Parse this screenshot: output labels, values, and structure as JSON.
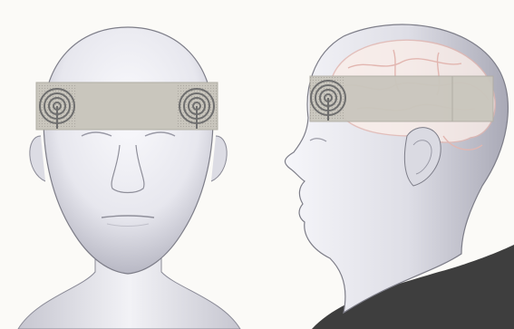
{
  "figure": {
    "panels": [
      {
        "id": "front",
        "view": "front-view-head"
      },
      {
        "id": "side",
        "view": "side-view-head"
      }
    ],
    "elements": {
      "headband": "electrode-headband",
      "electrode": "concentric-electrode-icon",
      "brain": "brain-outline"
    },
    "colors": {
      "background": "#fbfaf7",
      "skin_light": "#f4f4f8",
      "skin_shadow": "#b9b9c4",
      "outline": "#7d7d88",
      "headband": "#c9c6bd",
      "electrode_ring": "#6f6f6f",
      "brain_stroke": "#e2b6b0",
      "shirt": "#3e3e3e"
    }
  }
}
